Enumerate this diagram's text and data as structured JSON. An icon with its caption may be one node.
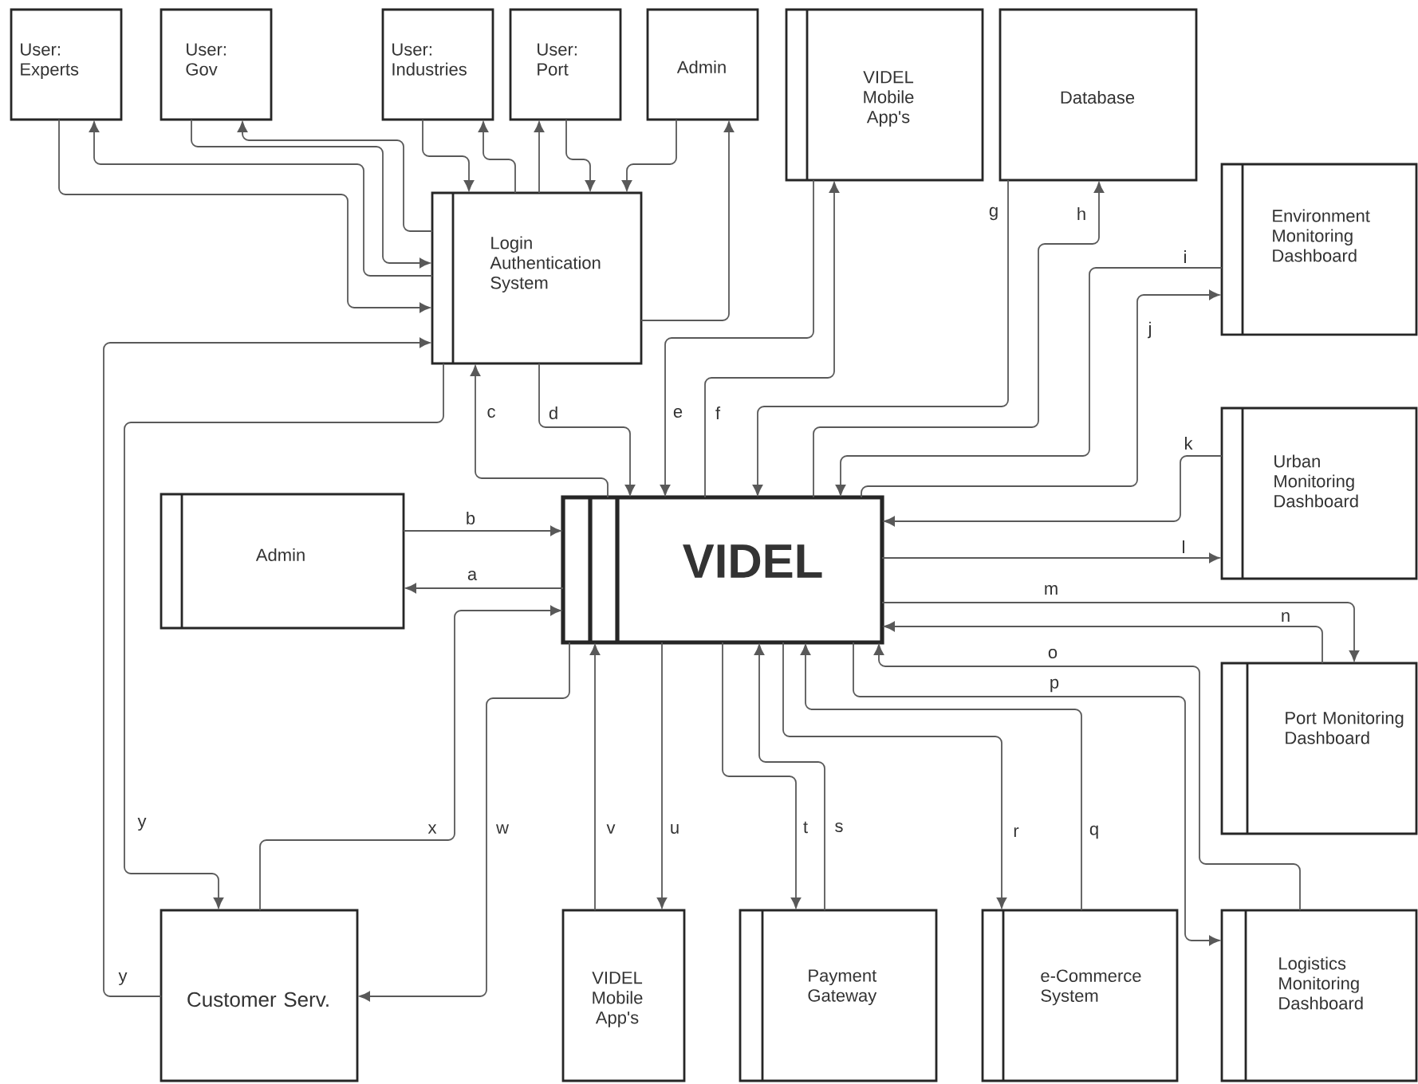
{
  "diagram": {
    "nodes": [
      {
        "text": [
          "User: Experts"
        ]
      },
      {
        "text": [
          "User: Gov"
        ]
      },
      {
        "text": [
          "User: Industries"
        ]
      },
      {
        "text": [
          "User: Port"
        ]
      },
      {
        "text": [
          "Admin"
        ]
      },
      {
        "text": [
          "VIDEL Mobile App's"
        ]
      },
      {
        "text": [
          "Database"
        ]
      },
      {
        "text": [
          "Login Authentication System"
        ]
      },
      {
        "text": [
          "Environment Monitoring Dashboard"
        ]
      },
      {
        "text": [
          "Admin"
        ]
      },
      {
        "text": [
          "VIDEL"
        ]
      },
      {
        "text": [
          "Urban Monitoring Dashboard"
        ]
      },
      {
        "text": [
          "Port Monitoring Dashboard"
        ]
      },
      {
        "text": [
          "Customer Serv."
        ]
      },
      {
        "text": [
          "VIDEL Mobile App's"
        ]
      },
      {
        "text": [
          "Payment Gateway"
        ]
      },
      {
        "text": [
          "e-Commerce System"
        ]
      },
      {
        "text": [
          "Logistics Monitoring Dashboard"
        ]
      }
    ],
    "edges": [
      {
        "from": 0,
        "to": 7,
        "arrow": "to"
      },
      {
        "from": 7,
        "to": 0,
        "arrow": "to"
      },
      {
        "from": 1,
        "to": 7,
        "arrow": "to"
      },
      {
        "from": 7,
        "to": 1,
        "arrow": "to"
      },
      {
        "from": 2,
        "to": 7,
        "arrow": "to"
      },
      {
        "from": 7,
        "to": 2,
        "arrow": "to"
      },
      {
        "from": 7,
        "to": 3,
        "arrow": "to"
      },
      {
        "from": 3,
        "to": 7,
        "arrow": "to"
      },
      {
        "from": 4,
        "to": 7,
        "arrow": "to"
      },
      {
        "from": 7,
        "to": 4,
        "arrow": "to"
      },
      {
        "from": 10,
        "to": 9,
        "arrow": "to",
        "label": "a"
      },
      {
        "from": 9,
        "to": 10,
        "arrow": "to",
        "label": "b"
      },
      {
        "from": 10,
        "to": 7,
        "arrow": "to",
        "label": "c"
      },
      {
        "from": 7,
        "to": 10,
        "arrow": "to",
        "label": "d"
      },
      {
        "from": 5,
        "to": 10,
        "arrow": "to",
        "label": "e"
      },
      {
        "from": 10,
        "to": 5,
        "arrow": "to",
        "label": "f"
      },
      {
        "from": 6,
        "to": 10,
        "arrow": "to",
        "label": "g"
      },
      {
        "from": 10,
        "to": 6,
        "arrow": "to",
        "label": "h"
      },
      {
        "from": 8,
        "to": 10,
        "arrow": "to",
        "label": "i"
      },
      {
        "from": 10,
        "to": 8,
        "arrow": "to",
        "label": "j"
      },
      {
        "from": 11,
        "to": 10,
        "arrow": "to",
        "label": "k"
      },
      {
        "from": 10,
        "to": 11,
        "arrow": "to",
        "label": "l"
      },
      {
        "from": 10,
        "to": 12,
        "arrow": "to",
        "label": "m"
      },
      {
        "from": 12,
        "to": 10,
        "arrow": "to",
        "label": "n"
      },
      {
        "from": 17,
        "to": 10,
        "arrow": "to",
        "label": "o"
      },
      {
        "from": 10,
        "to": 17,
        "arrow": "to",
        "label": "p"
      },
      {
        "from": 16,
        "to": 10,
        "arrow": "to",
        "label": "q"
      },
      {
        "from": 10,
        "to": 16,
        "arrow": "to",
        "label": "r"
      },
      {
        "from": 15,
        "to": 10,
        "arrow": "to",
        "label": "s"
      },
      {
        "from": 10,
        "to": 15,
        "arrow": "to",
        "label": "t"
      },
      {
        "from": 10,
        "to": 14,
        "arrow": "to",
        "label": "u"
      },
      {
        "from": 14,
        "to": 10,
        "arrow": "to",
        "label": "v"
      },
      {
        "from": 10,
        "to": 13,
        "arrow": "to",
        "label": "w"
      },
      {
        "from": 13,
        "to": 10,
        "arrow": "to",
        "label": "x"
      },
      {
        "from": 7,
        "to": 13,
        "arrow": "to",
        "label": "y"
      },
      {
        "from": 13,
        "to": 7,
        "arrow": "to",
        "label": "y"
      }
    ]
  }
}
